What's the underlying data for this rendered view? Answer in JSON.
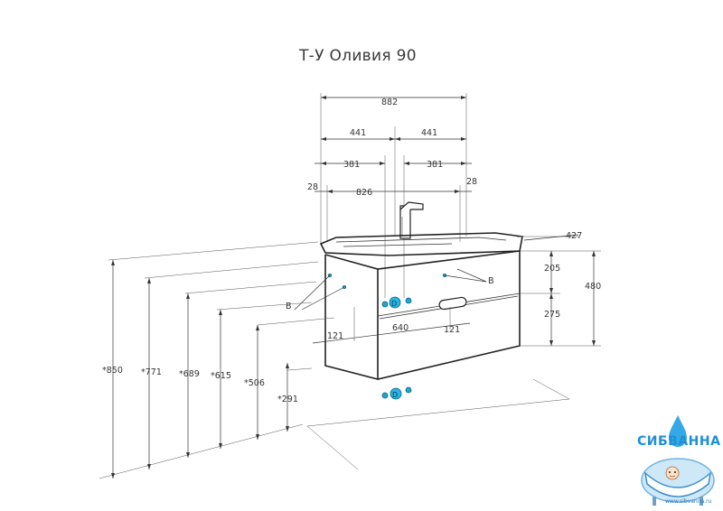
{
  "title": "Т-У Оливия 90",
  "dimensions": {
    "top_width": "882",
    "half_left": "441",
    "half_right": "441",
    "offset_left": "381",
    "offset_right": "381",
    "side_left": "28",
    "side_right": "28",
    "inner_width": "826",
    "depth": "427",
    "drawer_top": "205",
    "drawer_bottom": "275",
    "total_height": "480",
    "mount_left": "121",
    "mount_span": "640",
    "mount_right": "121",
    "label_b_left": "B",
    "label_b_right": "B",
    "label_d": "D"
  },
  "heights": [
    "*850",
    "*771",
    "*689",
    "*615",
    "*506",
    "*291"
  ],
  "logo": {
    "brand": "СИБВАННА",
    "url": "www.sibvanna.ru"
  },
  "colors": {
    "line": "#222222",
    "accent": "#1ea7d6",
    "logo": "#1d8fd6"
  }
}
